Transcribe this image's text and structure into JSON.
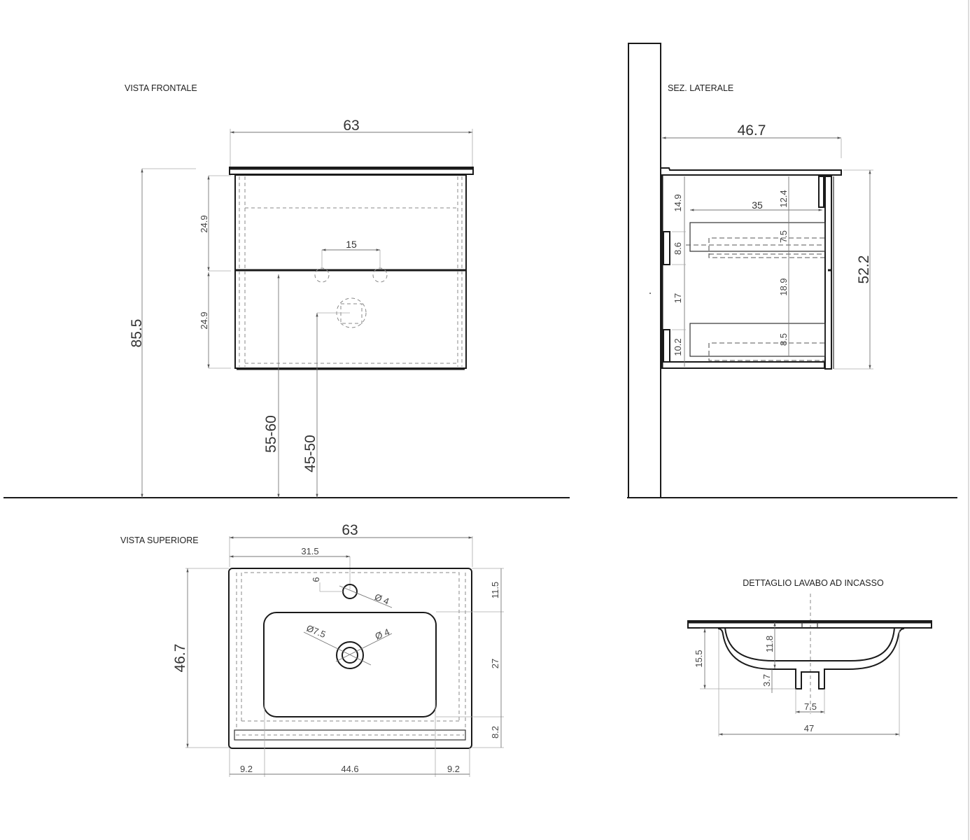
{
  "drawing": {
    "views": {
      "front": {
        "title": "VISTA FRONTALE",
        "width": "63",
        "total_height": "85.5",
        "drawer_top_height": "24.9",
        "drawer_bottom_height": "24.9",
        "tap_hole_spacing": "15",
        "drain_height_range": "55-60",
        "waste_height_range": "45-50"
      },
      "side": {
        "title": "SEZ. LATERALE",
        "depth": "46.7",
        "height": "52.2",
        "drawer_inner_depth": "35",
        "top_gap": "14.9",
        "upper_drawer": "12.4",
        "handle_upper": "8.6",
        "upper_inner": "7.5",
        "middle_gap": "17",
        "inner_span": "18.9",
        "lower_inner": "8.5",
        "handle_lower": "10.2"
      },
      "top": {
        "title": "VISTA SUPERIORE",
        "width": "63",
        "tap_offset": "31.5",
        "tap_from_back": "6",
        "tap_hole_diameter": "Ø 4",
        "drain_outer_diameter": "Ø7.5",
        "drain_inner_diameter": "Ø 4",
        "depth": "46.7",
        "back_margin": "11.5",
        "basin_depth": "27",
        "front_margin": "8.2",
        "left_margin": "9.2",
        "basin_width": "44.6",
        "right_margin": "9.2"
      },
      "detail": {
        "title": "DETTAGLIO LAVABO AD INCASSO",
        "total_depth": "15.5",
        "bowl_depth": "11.8",
        "drain_stub": "3.7",
        "drain_width": "7.5",
        "bowl_width": "47"
      }
    }
  }
}
